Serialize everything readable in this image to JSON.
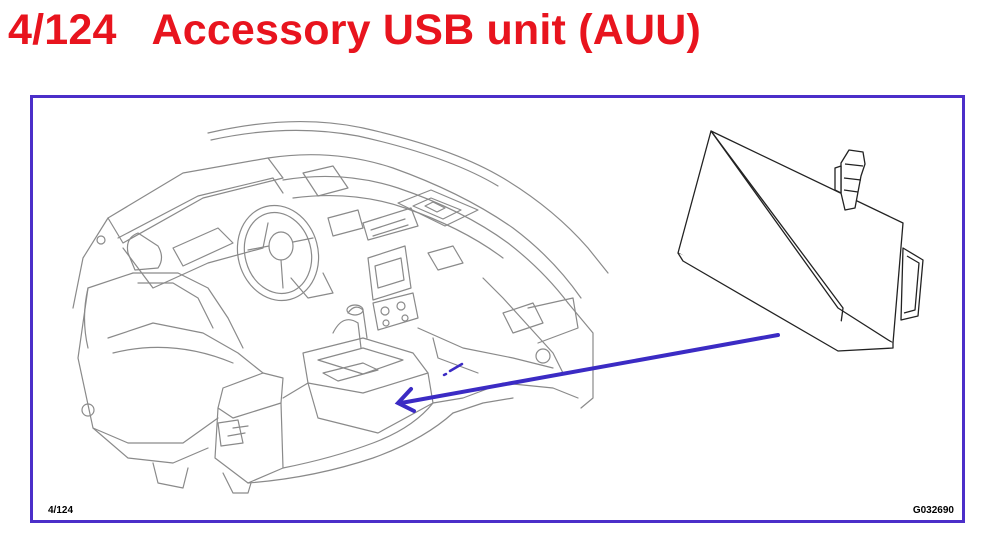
{
  "page": {
    "title": "4/124   Accessory USB unit (AUU)",
    "title_color": "#e8141e"
  },
  "figure": {
    "frame_color": "#4b2fc9",
    "arrow_color": "#3b2bc4",
    "line_color": "#8a8a8a",
    "figure_number": "4/124",
    "drawing_code": "G032690",
    "illustration": "car-interior-icon",
    "module": "usb-module-icon",
    "pointer": "arrow-icon"
  }
}
